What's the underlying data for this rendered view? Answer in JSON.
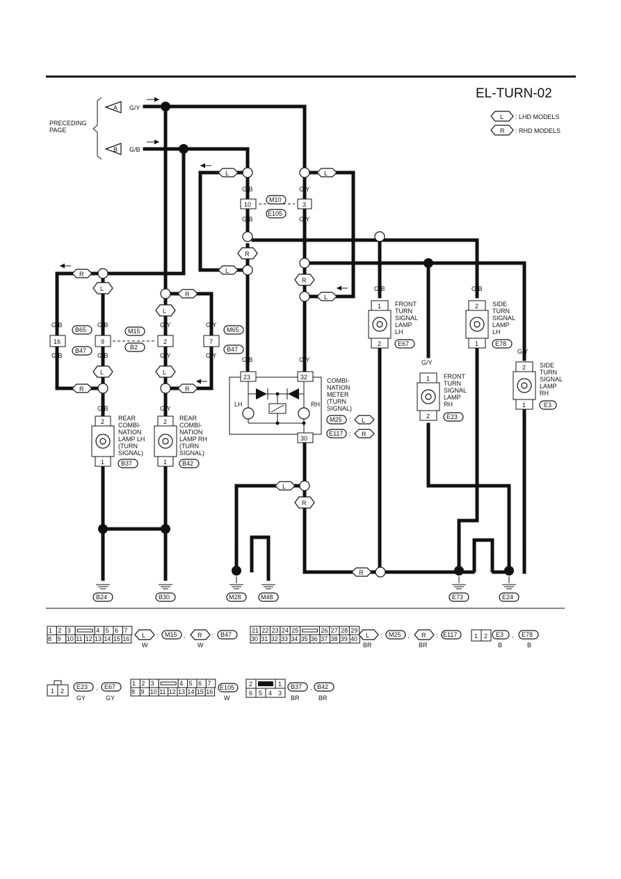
{
  "title": "EL-TURN-02",
  "legend": {
    "lhd_symbol": "L",
    "lhd_text": ": LHD MODELS",
    "rhd_symbol": "R",
    "rhd_text": ": RHD MODELS"
  },
  "preceding": {
    "text_line1": "PRECEDING",
    "text_line2": "PAGE",
    "conn_a": "A",
    "conn_b": "B",
    "wire_a": "G/Y",
    "wire_b": "G/B"
  },
  "model_tags": {
    "L": "L",
    "R": "R"
  },
  "wire_colors": {
    "gb": "G/B",
    "gy": "G/Y",
    "b": "B"
  },
  "connectors": {
    "m10": "M10",
    "e105": "E105",
    "m15": "M15",
    "b2": "B2",
    "b65": "B65",
    "b47": "B47",
    "m65": "M65",
    "m25": "M25",
    "e117": "E117",
    "e67": "E67",
    "e78": "E78",
    "e23": "E23",
    "e3": "E3",
    "b37": "B37",
    "b42": "B42"
  },
  "pins": {
    "p10": "10",
    "p3": "3",
    "p16": "16",
    "p9": "9",
    "p2": "2",
    "p7": "7",
    "p23": "23",
    "p32": "32",
    "p30": "30",
    "p1": "1"
  },
  "components": {
    "front_lh": [
      "FRONT",
      "TURN",
      "SIGNAL",
      "LAMP",
      "LH"
    ],
    "side_lh": [
      "SIDE",
      "TURN",
      "SIGNAL",
      "LAMP",
      "LH"
    ],
    "front_rh": [
      "FRONT",
      "TURN",
      "SIGNAL",
      "LAMP",
      "RH"
    ],
    "side_rh": [
      "SIDE",
      "TURN",
      "SIGNAL",
      "LAMP",
      "RH"
    ],
    "rear_lh": [
      "REAR",
      "COMBI-",
      "NATION",
      "LAMP LH",
      "(TURN",
      "SIGNAL)"
    ],
    "rear_rh": [
      "REAR",
      "COMBI-",
      "NATION",
      "LAMP RH",
      "(TURN",
      "SIGNAL)"
    ],
    "meter": [
      "COMBI-",
      "NATION",
      "METER",
      "(TURN",
      "SIGNAL)"
    ],
    "meter_lh": "LH",
    "meter_rh": "RH"
  },
  "grounds": {
    "b24": "B24",
    "b30": "B30",
    "m28": "M28",
    "m48": "M48",
    "e73": "E73",
    "e24": "E24"
  },
  "connector_views": {
    "row1_pins_top": [
      "1",
      "2",
      "3",
      "4",
      "5",
      "6",
      "7"
    ],
    "row1_pins_bottom": [
      "8",
      "9",
      "10",
      "11",
      "12",
      "13",
      "14",
      "15",
      "16"
    ],
    "m15_tag": "L",
    "m15": "M15",
    "m15_color": "W",
    "b47_tag": "R",
    "b47": "B47",
    "b47_color": "W",
    "big_pins_top": [
      "21",
      "22",
      "23",
      "24",
      "25",
      "26",
      "27",
      "28",
      "29"
    ],
    "big_pins_bottom": [
      "30",
      "31",
      "32",
      "33",
      "34",
      "35",
      "36",
      "37",
      "38",
      "39",
      "40"
    ],
    "m25_tag": "L",
    "m25": "M25",
    "m25_color": "BR",
    "e117_tag": "R",
    "e117": "E117",
    "e117_color": "BR",
    "two_pin": [
      "1",
      "2"
    ],
    "e3": "E3",
    "e3_color": "B",
    "e78": "E78",
    "e78_color": "B",
    "e23": "E23",
    "e23_color": "GY",
    "e67": "E67",
    "e67_color": "GY",
    "e105": "E105",
    "e105_color": "W",
    "six_pin_top": [
      "2",
      "1"
    ],
    "six_pin_bottom": [
      "6",
      "5",
      "4",
      "3"
    ],
    "b37": "B37",
    "b37_color": "BR",
    "b42": "B42",
    "b42_color": "BR"
  }
}
